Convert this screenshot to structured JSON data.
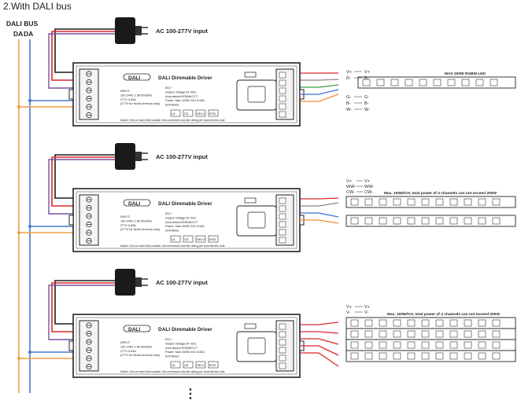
{
  "heading": "2.With DALI bus",
  "bus": {
    "label": "DALI BUS",
    "da1": "DA",
    "da2": "DA"
  },
  "colors": {
    "bus_blue": "#4a78c8",
    "bus_orange": "#f0a040",
    "wire_red": "#d8282a",
    "wire_black": "#1a1a1a",
    "wire_orange": "#ee9030",
    "wire_green": "#35a040",
    "wire_blue": "#3a70d0",
    "wire_gray": "#888888",
    "wire_purple": "#7a4fa0"
  },
  "drivers": [
    {
      "input_label": "AC 100-277V input",
      "title": "DALI Dimmable Driver",
      "logo": "DALI",
      "specs": [
        "IEC+",
        "Output Voltage:24 VDC",
        "Auto-detect:RGBW/CCT",
        "Power: Max 200W 24V 8.33A",
        "Anti-flicker"
      ],
      "input_specs": [
        "INPUT:",
        "100-240V 2.5A 50/60Hz",
        "277V 0.83A",
        "(277V for North America only)"
      ],
      "certs": [
        "UL",
        "CE",
        "SELV",
        "IP20"
      ],
      "footer": "Notice: Dim on main   Extra caution: dim connectors and dim wiring per local electric code",
      "output_block": {
        "top": [
          "V+",
          "R-"
        ],
        "top_right": [
          "V+",
          "R-"
        ],
        "bottom_left": [
          "G-",
          "B-",
          "W-"
        ],
        "bottom_right": [
          "G-",
          "B-",
          "W-"
        ]
      },
      "strip_title": "MAX 200W RGBW LED"
    },
    {
      "input_label": "AC 100-277V input",
      "title": "DALI Dimmable Driver",
      "logo": "DALI",
      "specs": [
        "IEC+",
        "Output Voltage:24 VDC",
        "Auto-detect:RGBW/CCT",
        "Power: Max 200W 24V 8.33A",
        "Anti-flicker"
      ],
      "input_specs": [
        "INPUT:",
        "100-240V 2.5A 50/60Hz",
        "277V 0.83A",
        "(277V for North America only)"
      ],
      "certs": [
        "UL",
        "CE",
        "SELV",
        "IP20"
      ],
      "footer": "Notice: Dim on main   Extra caution: dim connectors and dim wiring per local electric code",
      "labels_left": [
        "V+",
        "WW-",
        "CW-"
      ],
      "labels_right": [
        "V+",
        "WW-",
        "CW-"
      ],
      "strip_title": "Max. 100W/CH, total power of 4 channels can not exceed 200W"
    },
    {
      "input_label": "AC 100-277V input",
      "title": "DALI Dimmable Driver",
      "logo": "DALI",
      "specs": [
        "IEC+",
        "Output Voltage:24 VDC",
        "Auto-detect:RGBW/CCT",
        "Power: Max 200W 24V 8.33A",
        "Anti-flicker"
      ],
      "input_specs": [
        "INPUT:",
        "100-240V 2.5A 50/60Hz",
        "277V 0.83A",
        "(277V for North America only)"
      ],
      "certs": [
        "UL",
        "CE",
        "SELV",
        "IP20"
      ],
      "footer": "Notice: Dim on main   Extra caution: dim connectors and dim wiring per local electric code",
      "labels_left": [
        "V+",
        "V-"
      ],
      "labels_right": [
        "V+",
        "V-"
      ],
      "strip_title": "Max. 100W/CH, total power of 4 channels can not exceed 200W"
    }
  ],
  "continuation": "⋮"
}
